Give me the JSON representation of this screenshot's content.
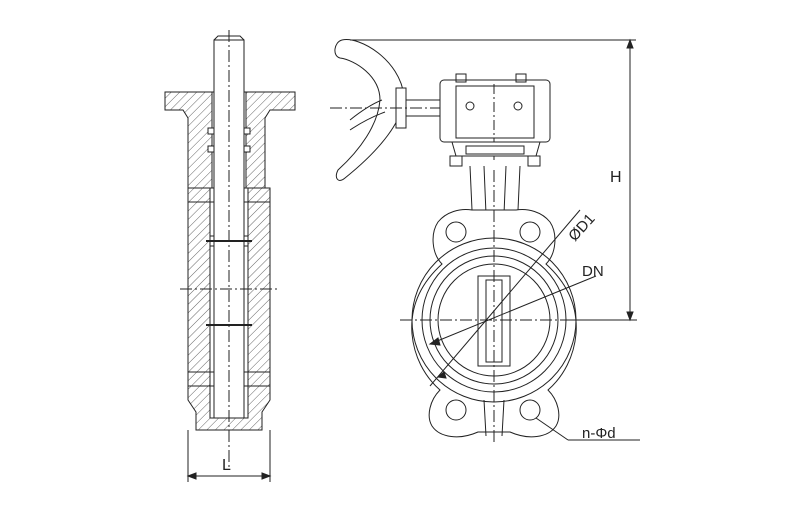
{
  "labels": {
    "L": "L",
    "H": "H",
    "D1": "ØD1",
    "DN": "DN",
    "nd": "n-Φd"
  },
  "colors": {
    "line": "#222222",
    "hatch": "#555555",
    "background": "#ffffff"
  }
}
